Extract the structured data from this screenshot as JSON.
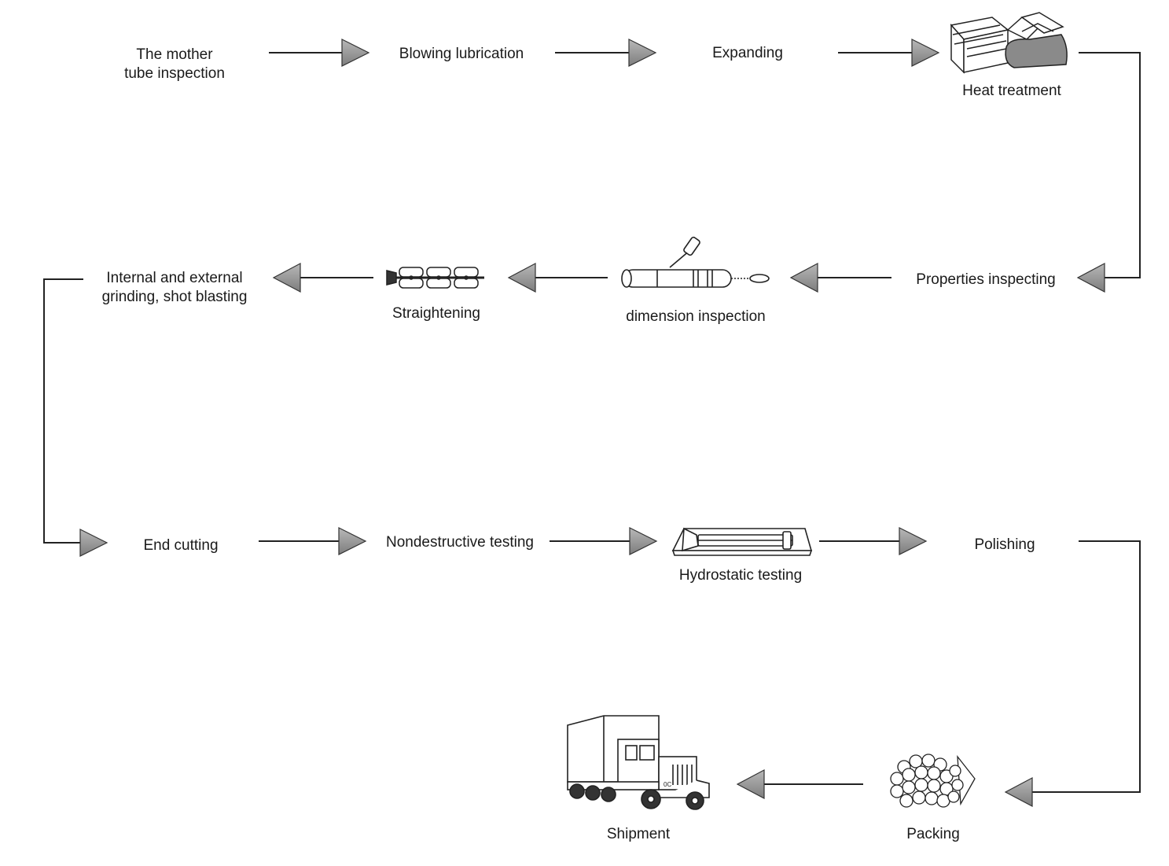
{
  "steps": {
    "mother_tube_1": "The mother",
    "mother_tube_2": "tube inspection",
    "blowing": "Blowing lubrication",
    "expanding": "Expanding",
    "heat": "Heat treatment",
    "properties": "Properties inspecting",
    "dimension": "dimension inspection",
    "straightening": "Straightening",
    "grinding_1": "Internal and external",
    "grinding_2": "grinding, shot blasting",
    "end_cutting": "End cutting",
    "ndt": "Nondestructive testing",
    "hydrostatic": "Hydrostatic testing",
    "polishing": "Polishing",
    "packing": "Packing",
    "shipment": "Shipment"
  },
  "colors": {
    "arrow_fill": "#9a9a9a",
    "line": "#222222"
  },
  "icons": {
    "heat": "heat-treatment-furnace-icon",
    "dimension": "dimension-probe-icon",
    "straightening": "straightening-rollers-icon",
    "hydrostatic": "hydrostatic-bench-icon",
    "packing": "pipe-bundle-icon",
    "shipment": "truck-icon"
  }
}
